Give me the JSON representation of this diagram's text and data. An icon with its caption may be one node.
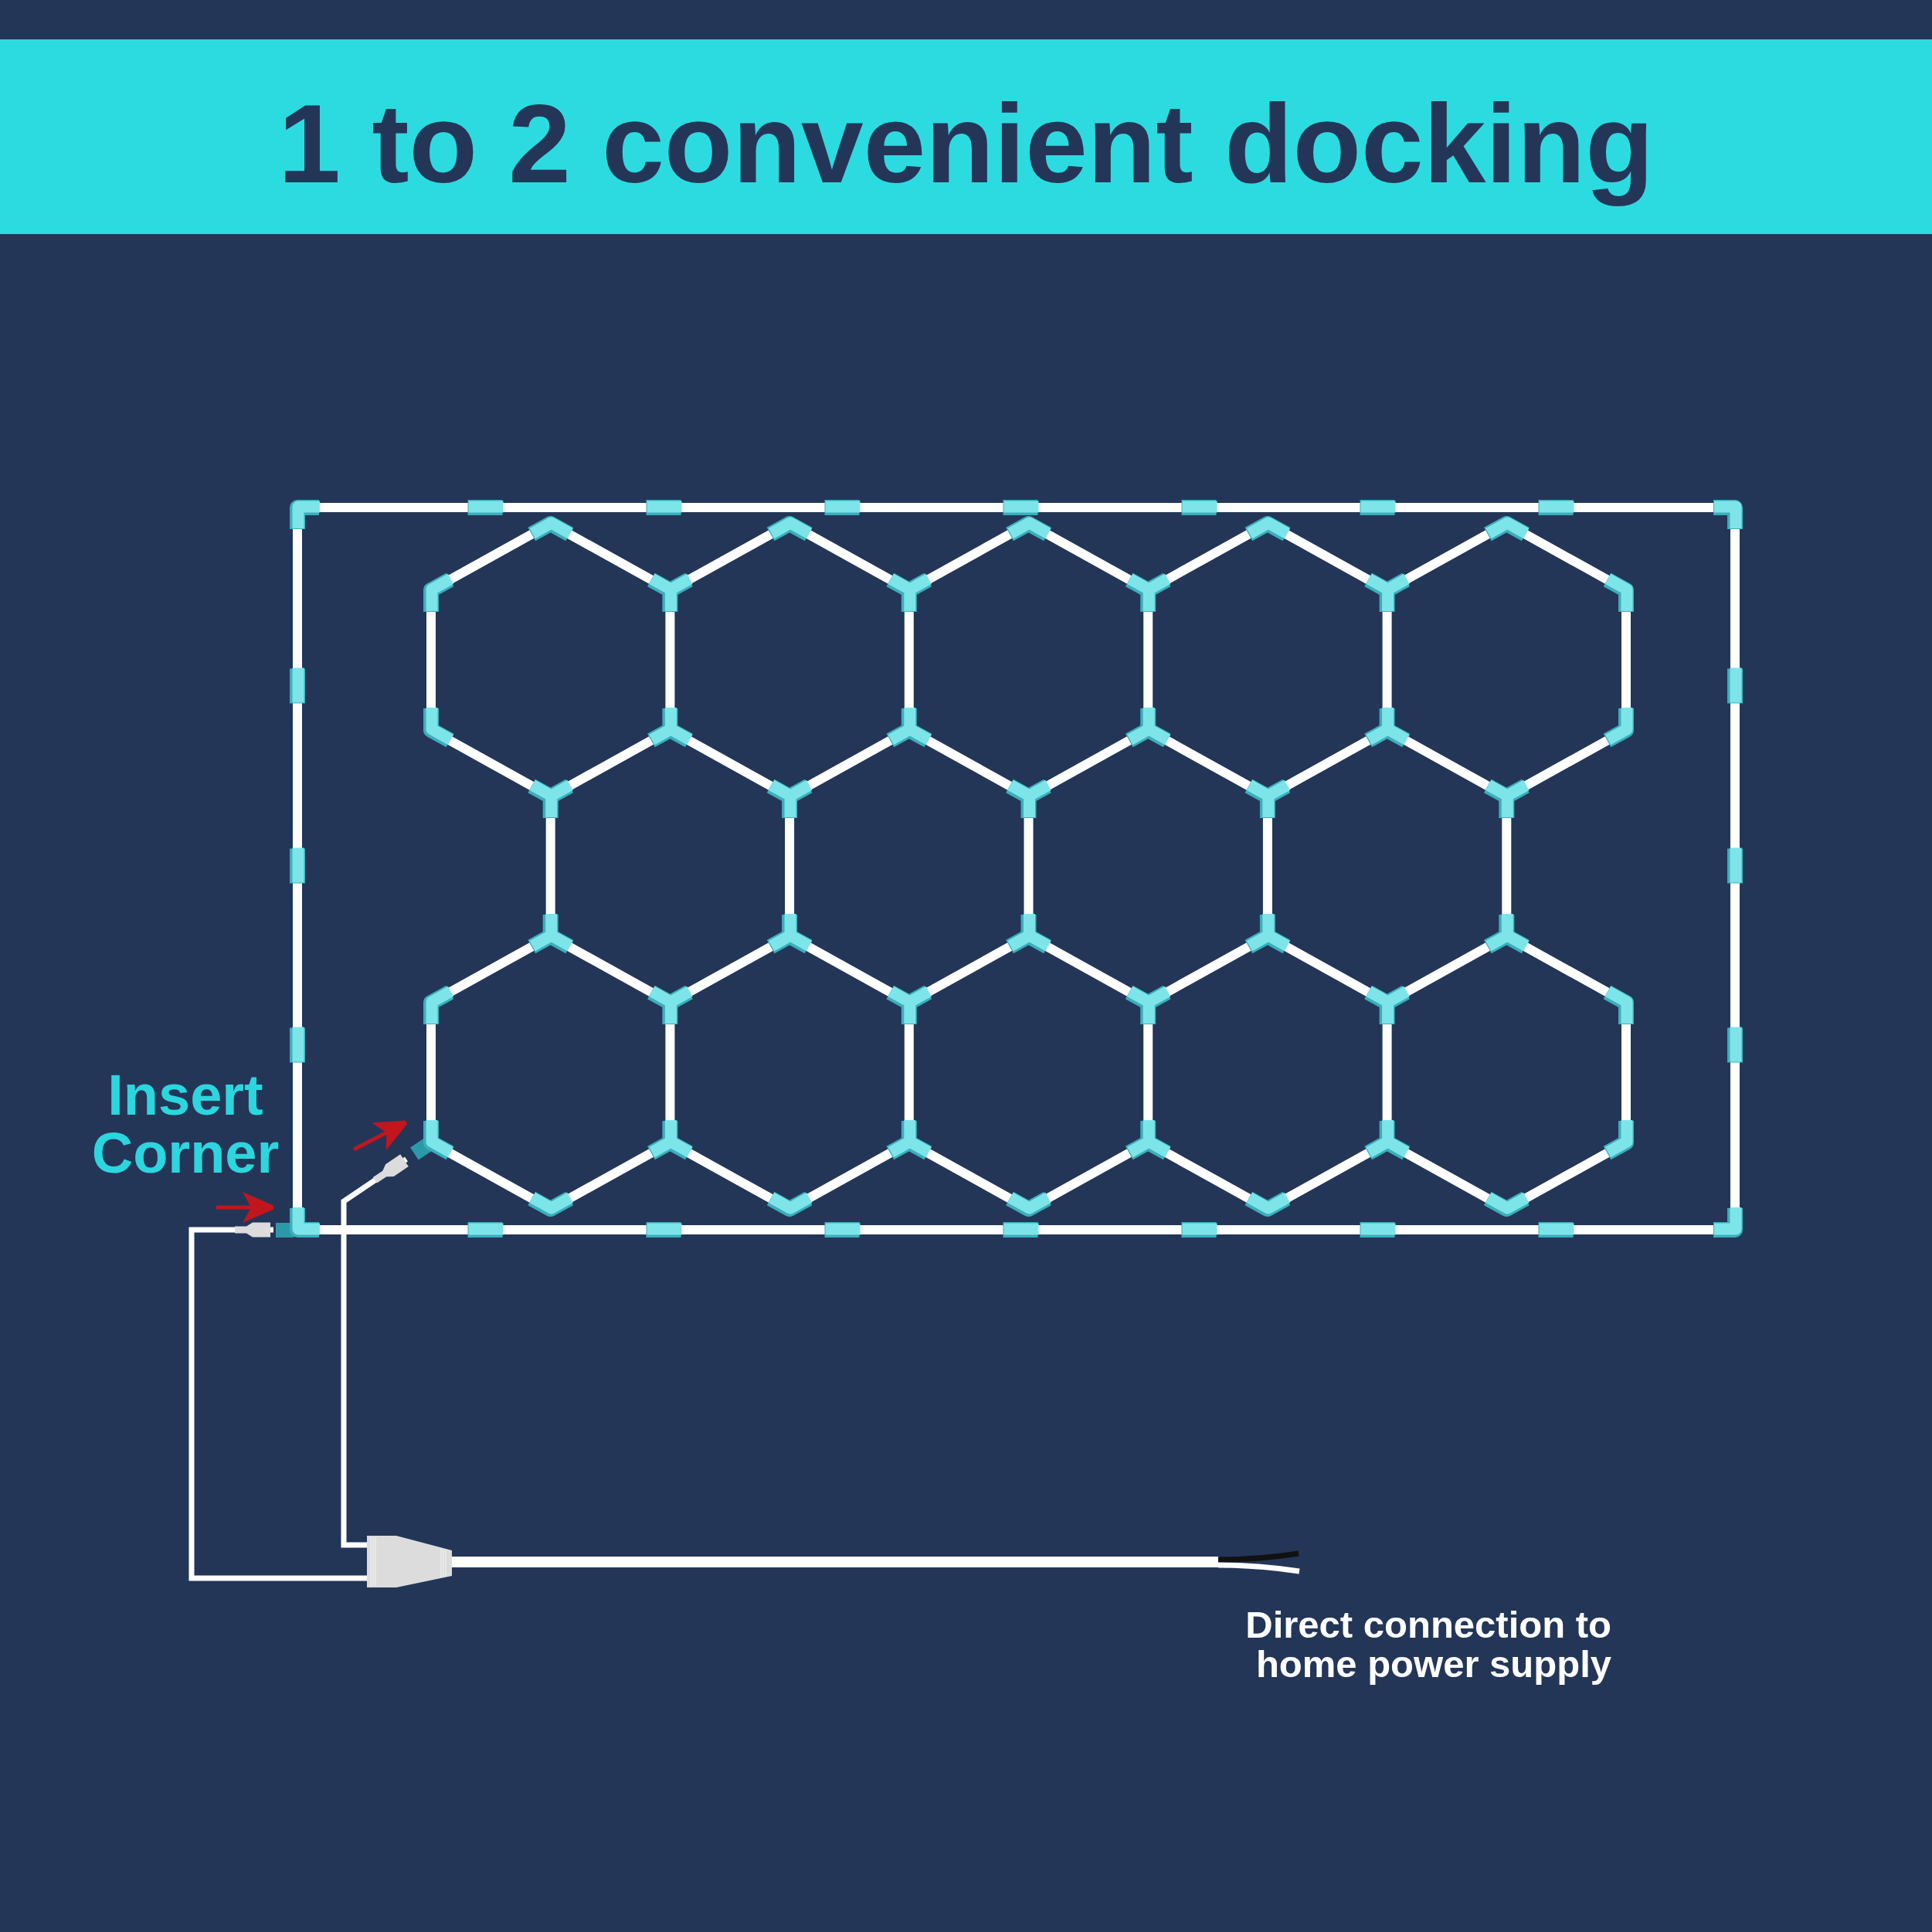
{
  "diagram": {
    "title": "1 to 2 convenient docking",
    "nodes": [
      {
        "text": [],
        "shape": "picture"
      },
      {
        "text": [],
        "shape": "picture"
      },
      {
        "text": [],
        "shape": "picture"
      }
    ],
    "edges": [
      {
        "from": 2,
        "to": 0,
        "arrow": "none"
      },
      {
        "from": 2,
        "to": 1,
        "arrow": "none"
      },
      {
        "from": 2,
        "to": null,
        "arrow": "none",
        "style": "thick"
      },
      {
        "from": null,
        "to": 0,
        "arrow": "to",
        "color": "#c1161d"
      },
      {
        "from": null,
        "to": 1,
        "arrow": "to",
        "color": "#c1161d"
      }
    ],
    "labels": [
      "Insert Corner",
      "Direct connection to home power supply"
    ]
  }
}
